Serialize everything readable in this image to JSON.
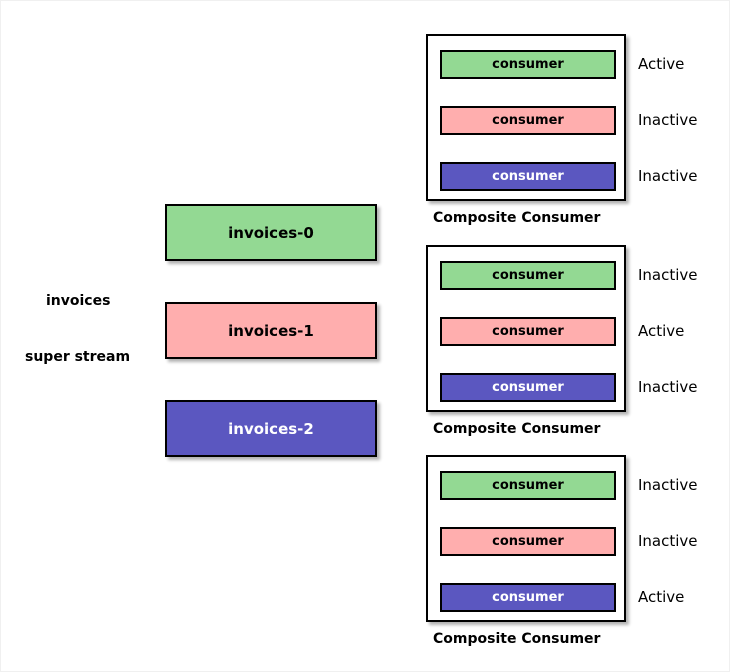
{
  "colors": {
    "green": "#93d993",
    "pink": "#ffaeae",
    "blue": "#5b57c0",
    "border": "#000000",
    "background": "#ffffff",
    "text_dark": "#000000",
    "text_light": "#ffffff"
  },
  "stream": {
    "name_label": "invoices",
    "type_label": "super stream",
    "partitions": [
      {
        "label": "invoices-0",
        "color_key": "green",
        "text_color_key": "text_dark"
      },
      {
        "label": "invoices-1",
        "color_key": "pink",
        "text_color_key": "text_dark"
      },
      {
        "label": "invoices-2",
        "color_key": "blue",
        "text_color_key": "text_light"
      }
    ]
  },
  "composite_consumers": [
    {
      "caption": "Composite Consumer",
      "consumers": [
        {
          "label": "consumer",
          "color_key": "green",
          "text_color_key": "text_dark",
          "state": "Active"
        },
        {
          "label": "consumer",
          "color_key": "pink",
          "text_color_key": "text_dark",
          "state": "Inactive"
        },
        {
          "label": "consumer",
          "color_key": "blue",
          "text_color_key": "text_light",
          "state": "Inactive"
        }
      ]
    },
    {
      "caption": "Composite Consumer",
      "consumers": [
        {
          "label": "consumer",
          "color_key": "green",
          "text_color_key": "text_dark",
          "state": "Inactive"
        },
        {
          "label": "consumer",
          "color_key": "pink",
          "text_color_key": "text_dark",
          "state": "Active"
        },
        {
          "label": "consumer",
          "color_key": "blue",
          "text_color_key": "text_light",
          "state": "Inactive"
        }
      ]
    },
    {
      "caption": "Composite Consumer",
      "consumers": [
        {
          "label": "consumer",
          "color_key": "green",
          "text_color_key": "text_dark",
          "state": "Inactive"
        },
        {
          "label": "consumer",
          "color_key": "pink",
          "text_color_key": "text_dark",
          "state": "Inactive"
        },
        {
          "label": "consumer",
          "color_key": "blue",
          "text_color_key": "text_light",
          "state": "Active"
        }
      ]
    }
  ]
}
